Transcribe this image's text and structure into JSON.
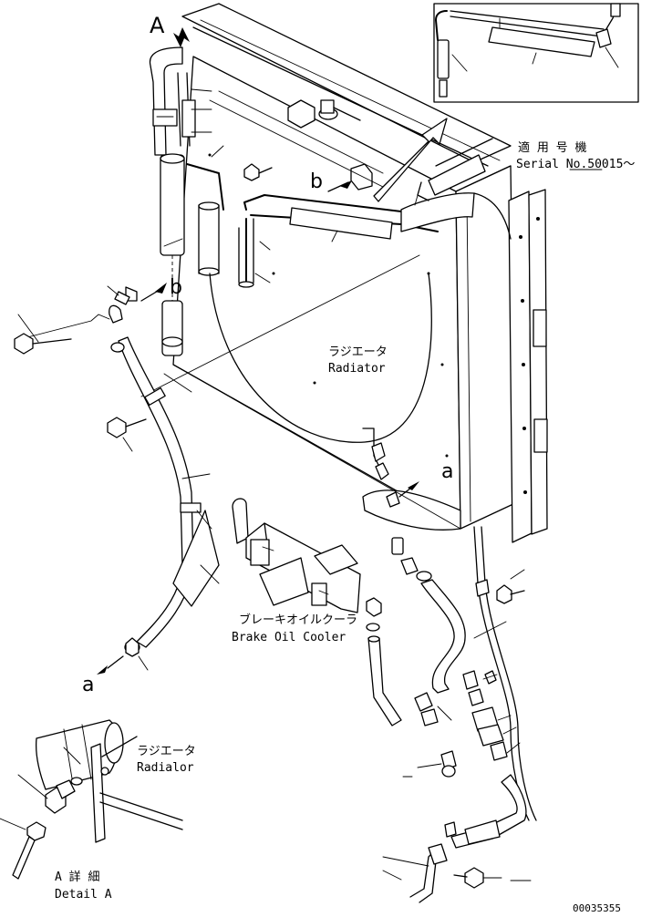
{
  "labels": {
    "view_a": "A",
    "ref_a": "a",
    "ref_b": "b",
    "radiator_jp": "ラジエータ",
    "radiator_en": "Radiator",
    "brake_cooler_jp": "ブレーキオイルクーラ",
    "brake_cooler_en": "Brake Oil Cooler",
    "serial_jp": "適 用 号 機",
    "serial_en": "Serial No.50015～",
    "detail_radiator_jp": "ラジエータ",
    "detail_radiator_en": "Radialor",
    "detail_a_jp": "A 詳 細",
    "detail_a_en": "Detail A",
    "drawing_number": "00035355"
  }
}
